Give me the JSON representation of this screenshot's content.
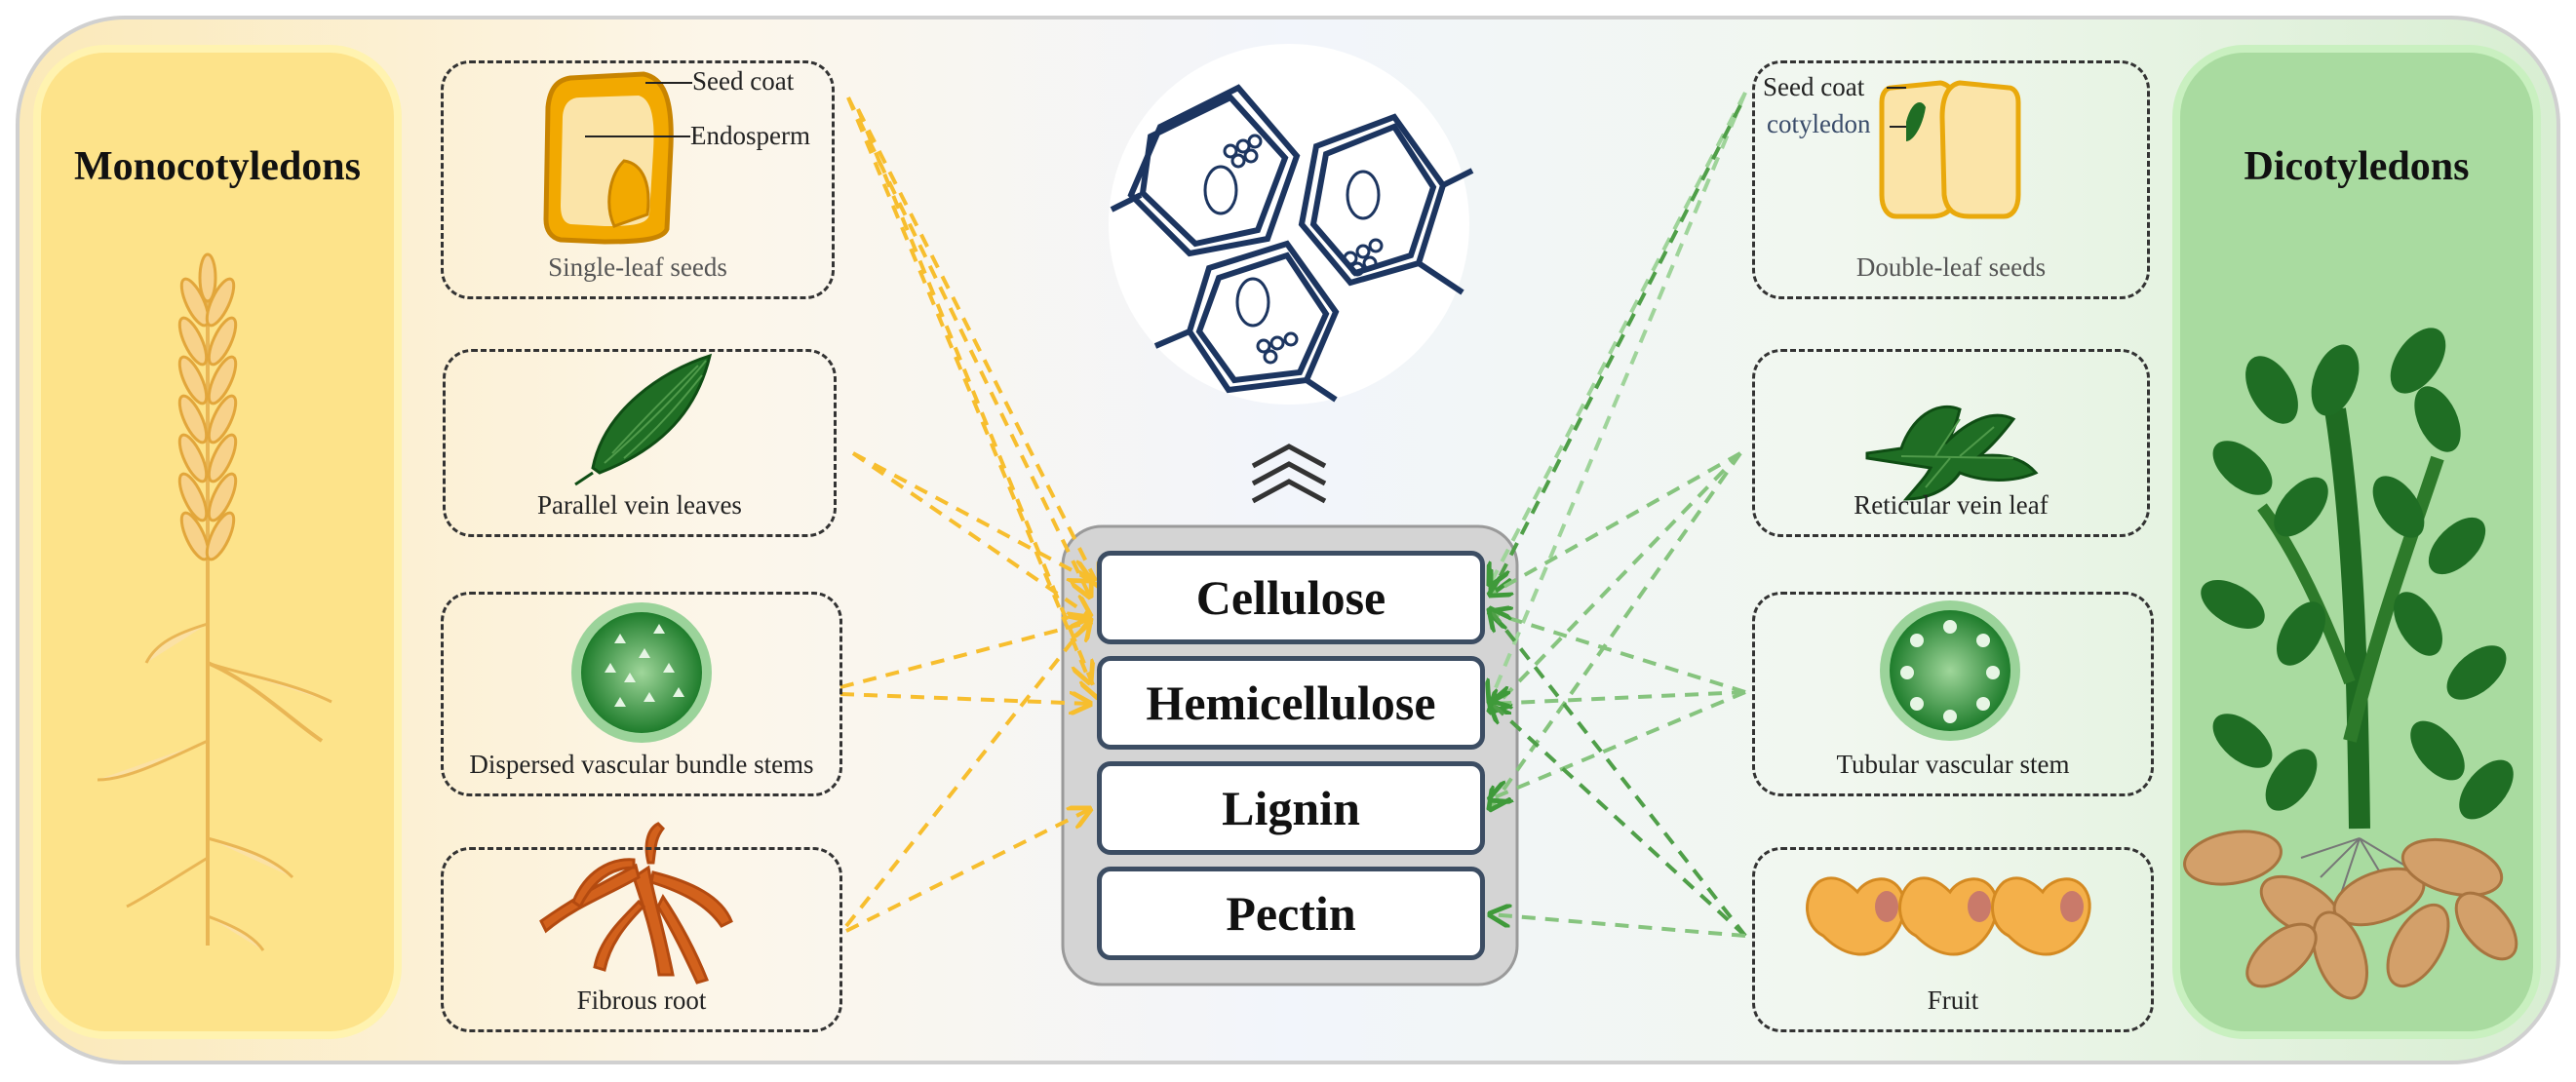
{
  "left_panel": {
    "title": "Monocotyledons"
  },
  "right_panel": {
    "title": "Dicotyledons"
  },
  "mono_boxes": [
    {
      "label": "Single-leaf seeds",
      "annotations": [
        "Seed coat",
        "Endosperm"
      ]
    },
    {
      "label": "Parallel vein leaves"
    },
    {
      "label": "Dispersed vascular bundle stems"
    },
    {
      "label": "Fibrous root"
    }
  ],
  "dicot_boxes": [
    {
      "label": "Double-leaf seeds",
      "annotations": [
        "Seed coat",
        "cotyledon"
      ]
    },
    {
      "label": "Reticular vein leaf"
    },
    {
      "label": "Tubular vascular stem"
    },
    {
      "label": "Fruit"
    }
  ],
  "components": [
    "Cellulose",
    "Hemicellulose",
    "Lignin",
    "Pectin"
  ],
  "colors": {
    "mono_panel": "#fde38a",
    "dicot_panel": "#a9dba0",
    "mono_arrow": "#f7be2e",
    "dicot_arrow": "#3f9a3a",
    "component_border": "#3c4d63",
    "cell_wall": "#1c3560"
  },
  "icons": [
    "wheat-plant-icon",
    "peanut-plant-icon",
    "monocot-seed-icon",
    "parallel-vein-leaf-icon",
    "dispersed-stem-icon",
    "fibrous-root-icon",
    "dicot-seed-icon",
    "reticular-leaf-icon",
    "tubular-stem-icon",
    "peanut-fruit-icon",
    "plant-cell-wall-icon",
    "chevron-up-icon"
  ]
}
